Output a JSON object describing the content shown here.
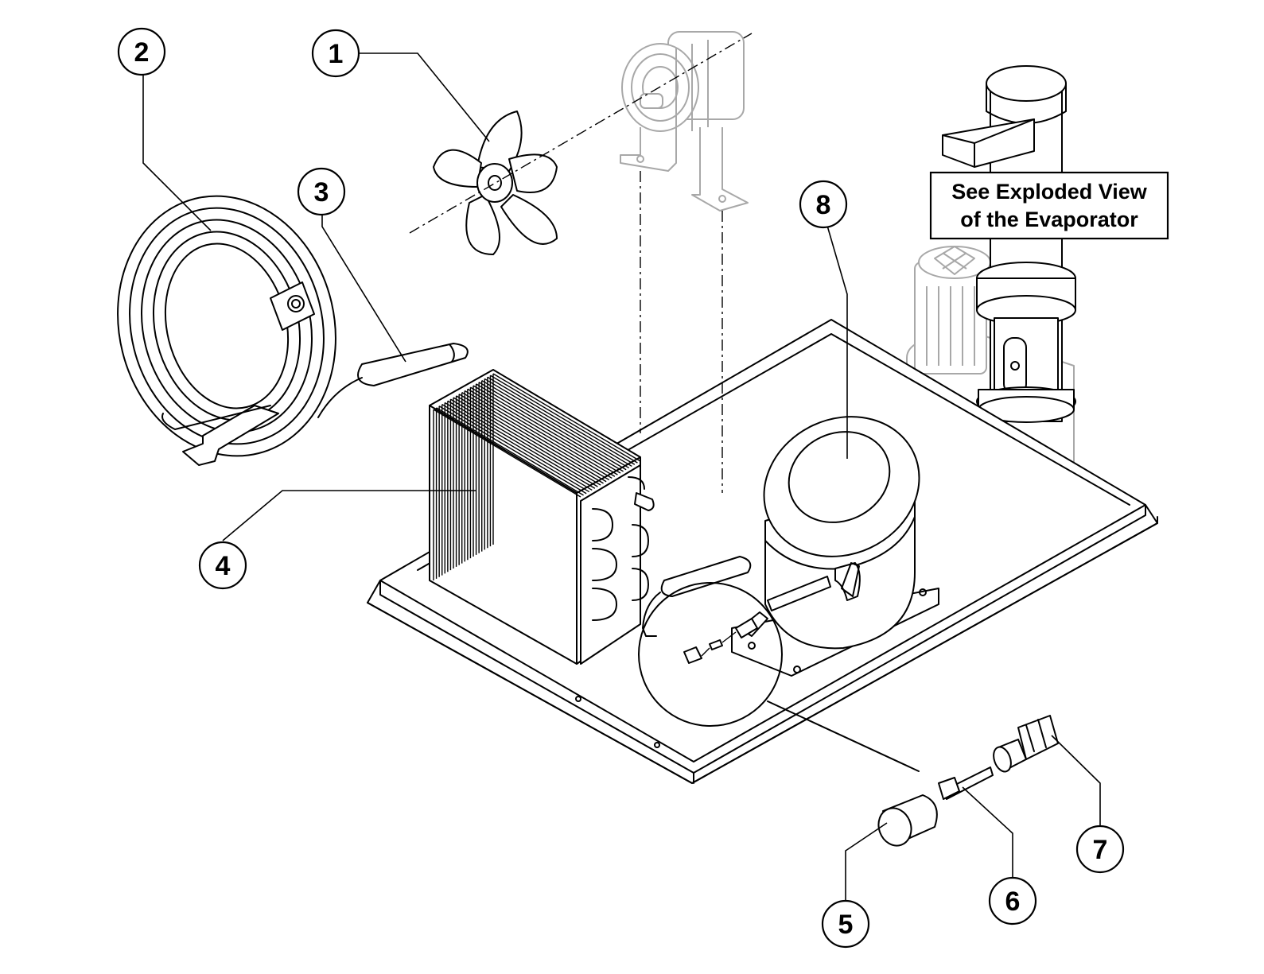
{
  "callouts": [
    {
      "number": "1"
    },
    {
      "number": "2"
    },
    {
      "number": "3"
    },
    {
      "number": "4"
    },
    {
      "number": "5"
    },
    {
      "number": "6"
    },
    {
      "number": "7"
    },
    {
      "number": "8"
    }
  ],
  "note": {
    "line1": "See Exploded View",
    "line2": "of the Evaporator"
  },
  "colors": {
    "line": "#000000",
    "ghost_part": "#a8a8a8",
    "background": "#ffffff"
  }
}
